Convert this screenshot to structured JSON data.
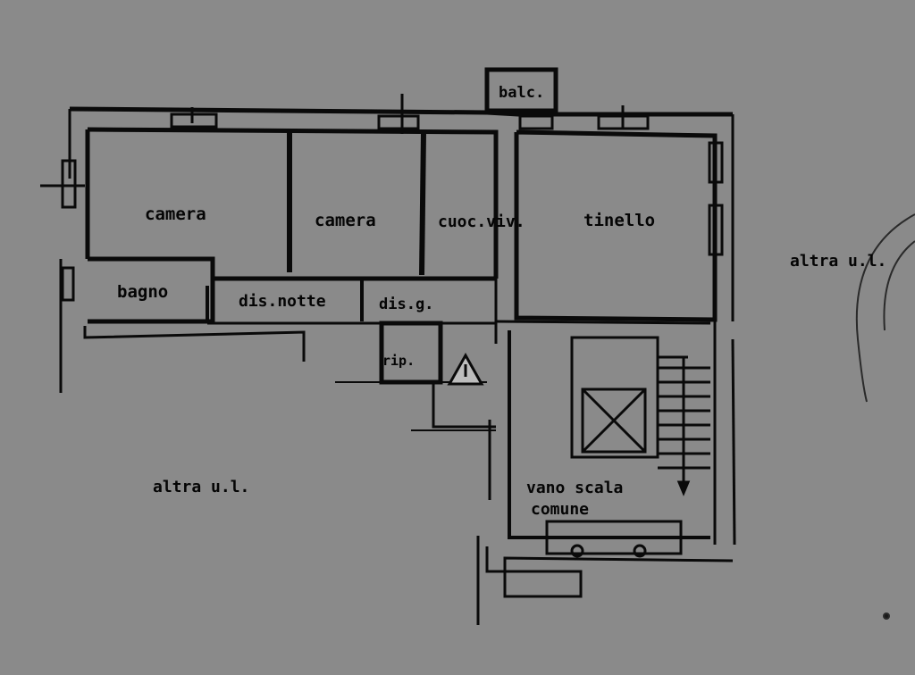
{
  "rooms": {
    "camera_1": "camera",
    "camera_2": "camera",
    "cucina": "cuoc.viv.",
    "tinello": "tinello",
    "bagno": "bagno",
    "dis_notte": "dis.notte",
    "dis_g": "dis.g.",
    "rip": "rip.",
    "balcone": "balc."
  },
  "neighbors": {
    "right": "altra u.l.",
    "left": "altra u.l."
  },
  "stair": {
    "line1": "vano scala",
    "line2": "comune"
  },
  "colors": {
    "background": "#8a8a8a",
    "ink": "#0a0a0a",
    "paper_light": "#9a9a9a"
  }
}
